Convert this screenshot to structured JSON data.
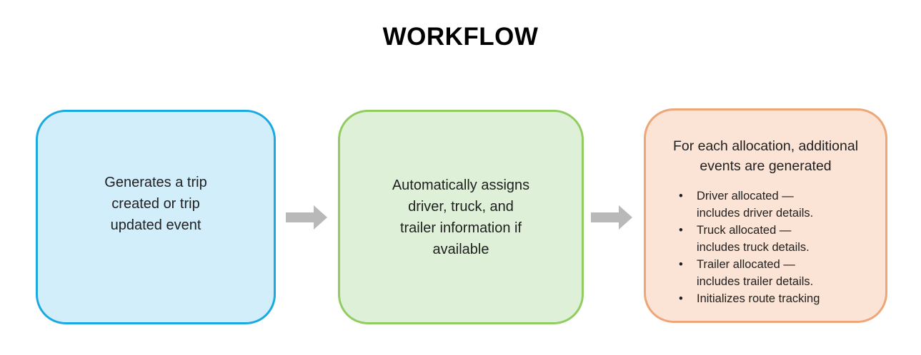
{
  "title": "WORKFLOW",
  "bullet_glyph": "•",
  "arrow_color": "#b9b9b9",
  "steps": [
    {
      "text": "Generates a trip\ncreated or trip\nupdated event",
      "fill": "#d2eefb",
      "border": "#1ba9e1"
    },
    {
      "text": "Automatically assigns\ndriver, truck, and\ntrailer information if\navailable",
      "fill": "#def0d8",
      "border": "#90cc60"
    },
    {
      "heading": "For each allocation, additional\nevents are generated",
      "bullets": [
        "Driver allocated —\nincludes driver details.",
        "Truck allocated —\nincludes truck details.",
        "Trailer allocated —\nincludes trailer details.",
        "Initializes route tracking"
      ],
      "fill": "#fbe3d5",
      "border": "#eea678"
    }
  ]
}
